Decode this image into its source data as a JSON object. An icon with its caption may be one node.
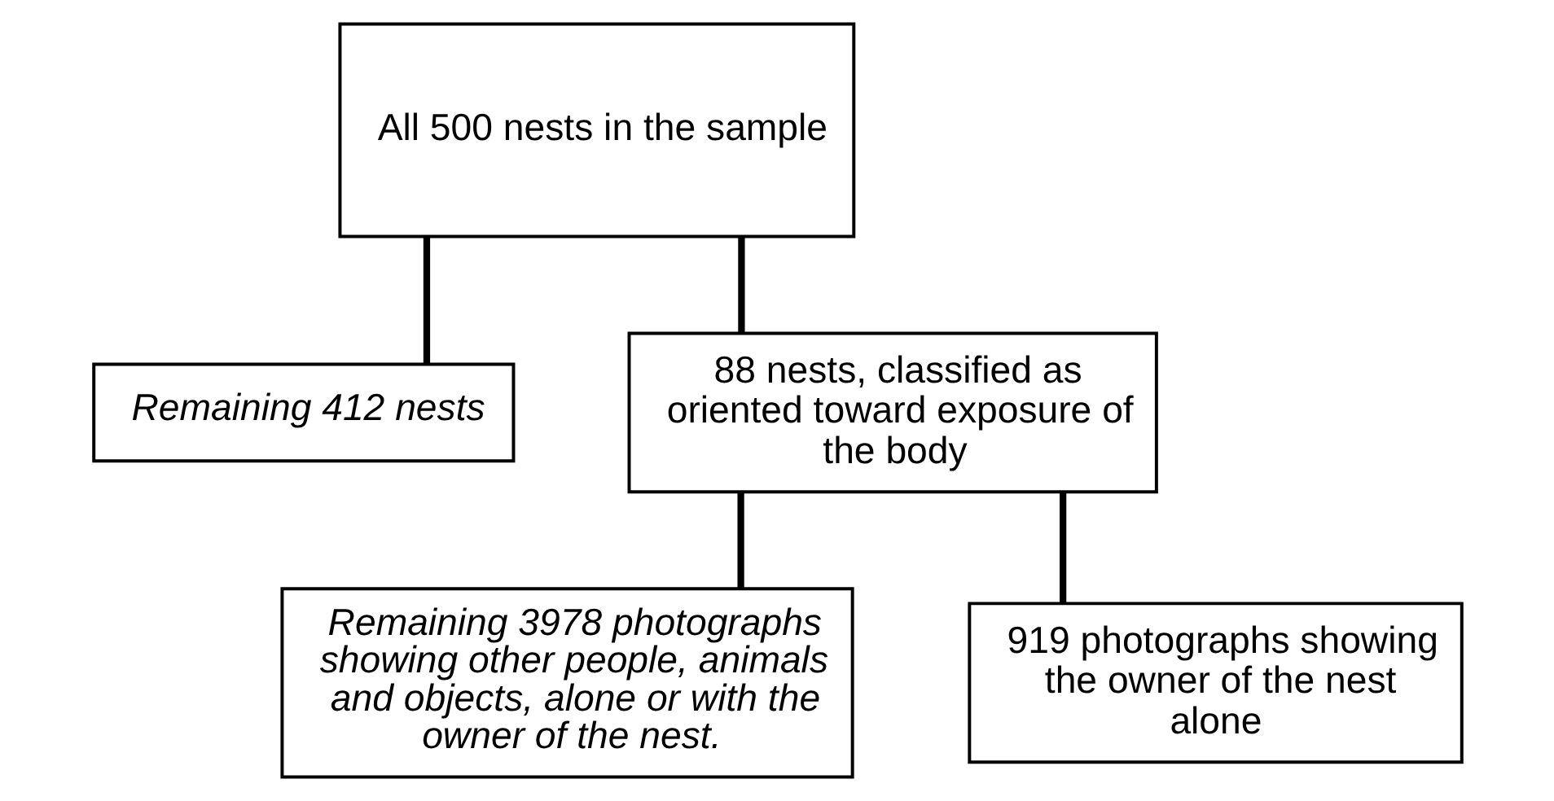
{
  "diagram": {
    "nodes": [
      {
        "text": [
          "All 500 nests in the sample"
        ]
      },
      {
        "text": [
          "Remaining 412 nests"
        ]
      },
      {
        "text": [
          "88 nests, classified as oriented toward exposure of the body"
        ]
      },
      {
        "text": [
          "Remaining 3978 photographs showing other people, animals and objects, alone or with the owner of the nest."
        ]
      },
      {
        "text": [
          "919 photographs showing the owner of the nest alone"
        ]
      }
    ],
    "edges": [
      {
        "from": 0,
        "to": 1,
        "arrow": "none"
      },
      {
        "from": 0,
        "to": 2,
        "arrow": "none"
      },
      {
        "from": 2,
        "to": 3,
        "arrow": "none"
      },
      {
        "from": 2,
        "to": 4,
        "arrow": "none"
      }
    ]
  }
}
